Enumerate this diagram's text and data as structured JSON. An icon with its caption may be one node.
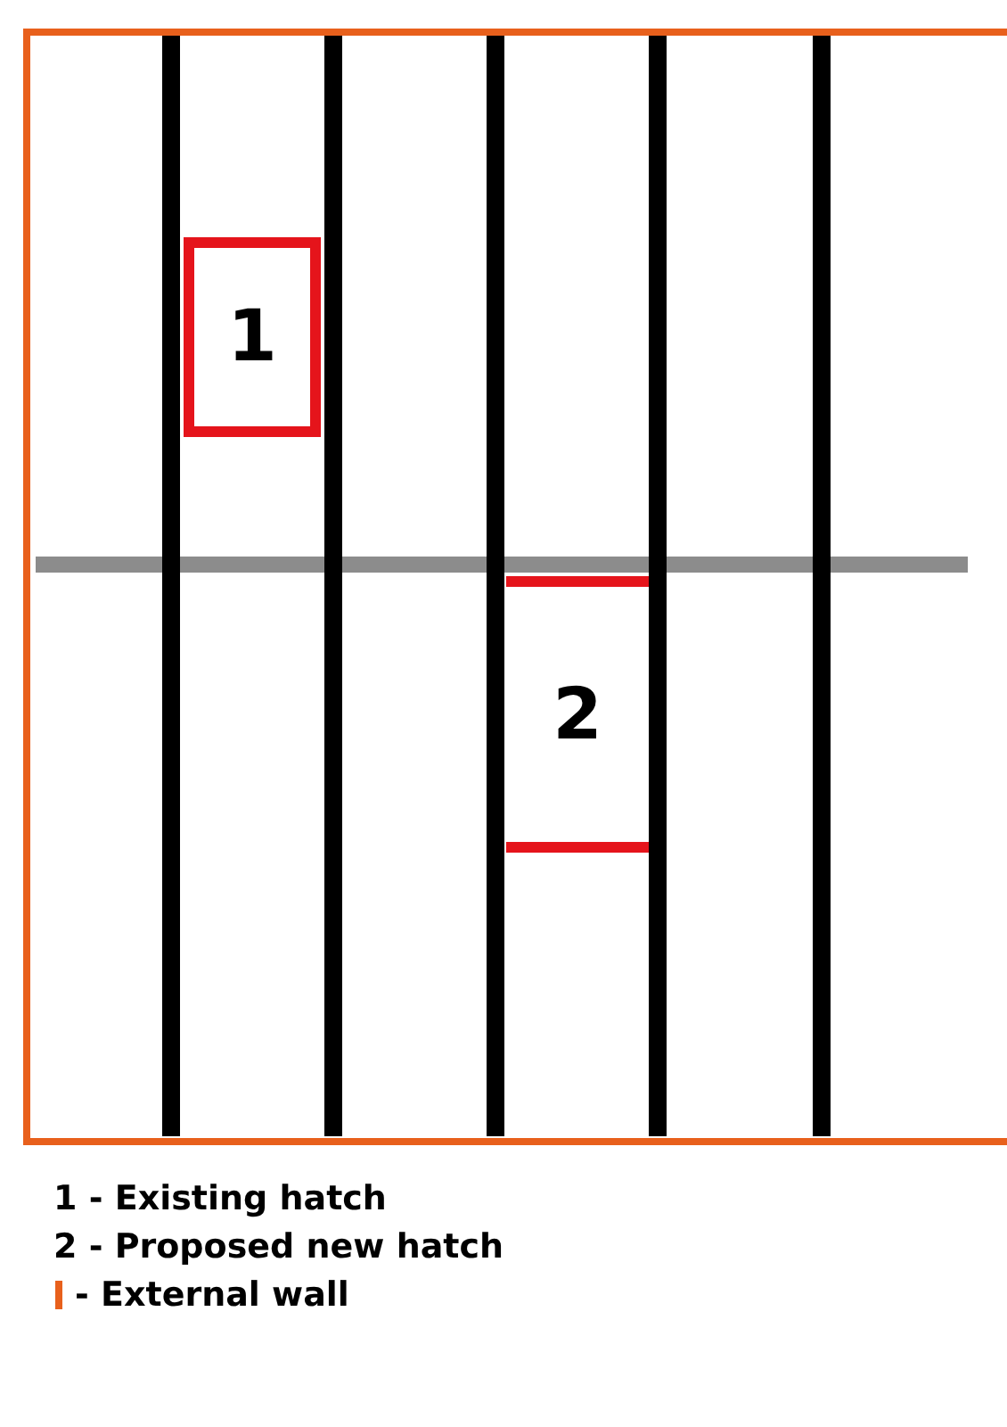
{
  "diagram": {
    "nodes": [
      {
        "text": [
          "1"
        ]
      },
      {
        "text": [
          "2"
        ]
      }
    ],
    "labels": [
      "1 - Existing hatch",
      "2 - Proposed new hatch"
    ],
    "legend": [
      {
        "text": "- External wall",
        "color": "#e8601c"
      }
    ]
  }
}
